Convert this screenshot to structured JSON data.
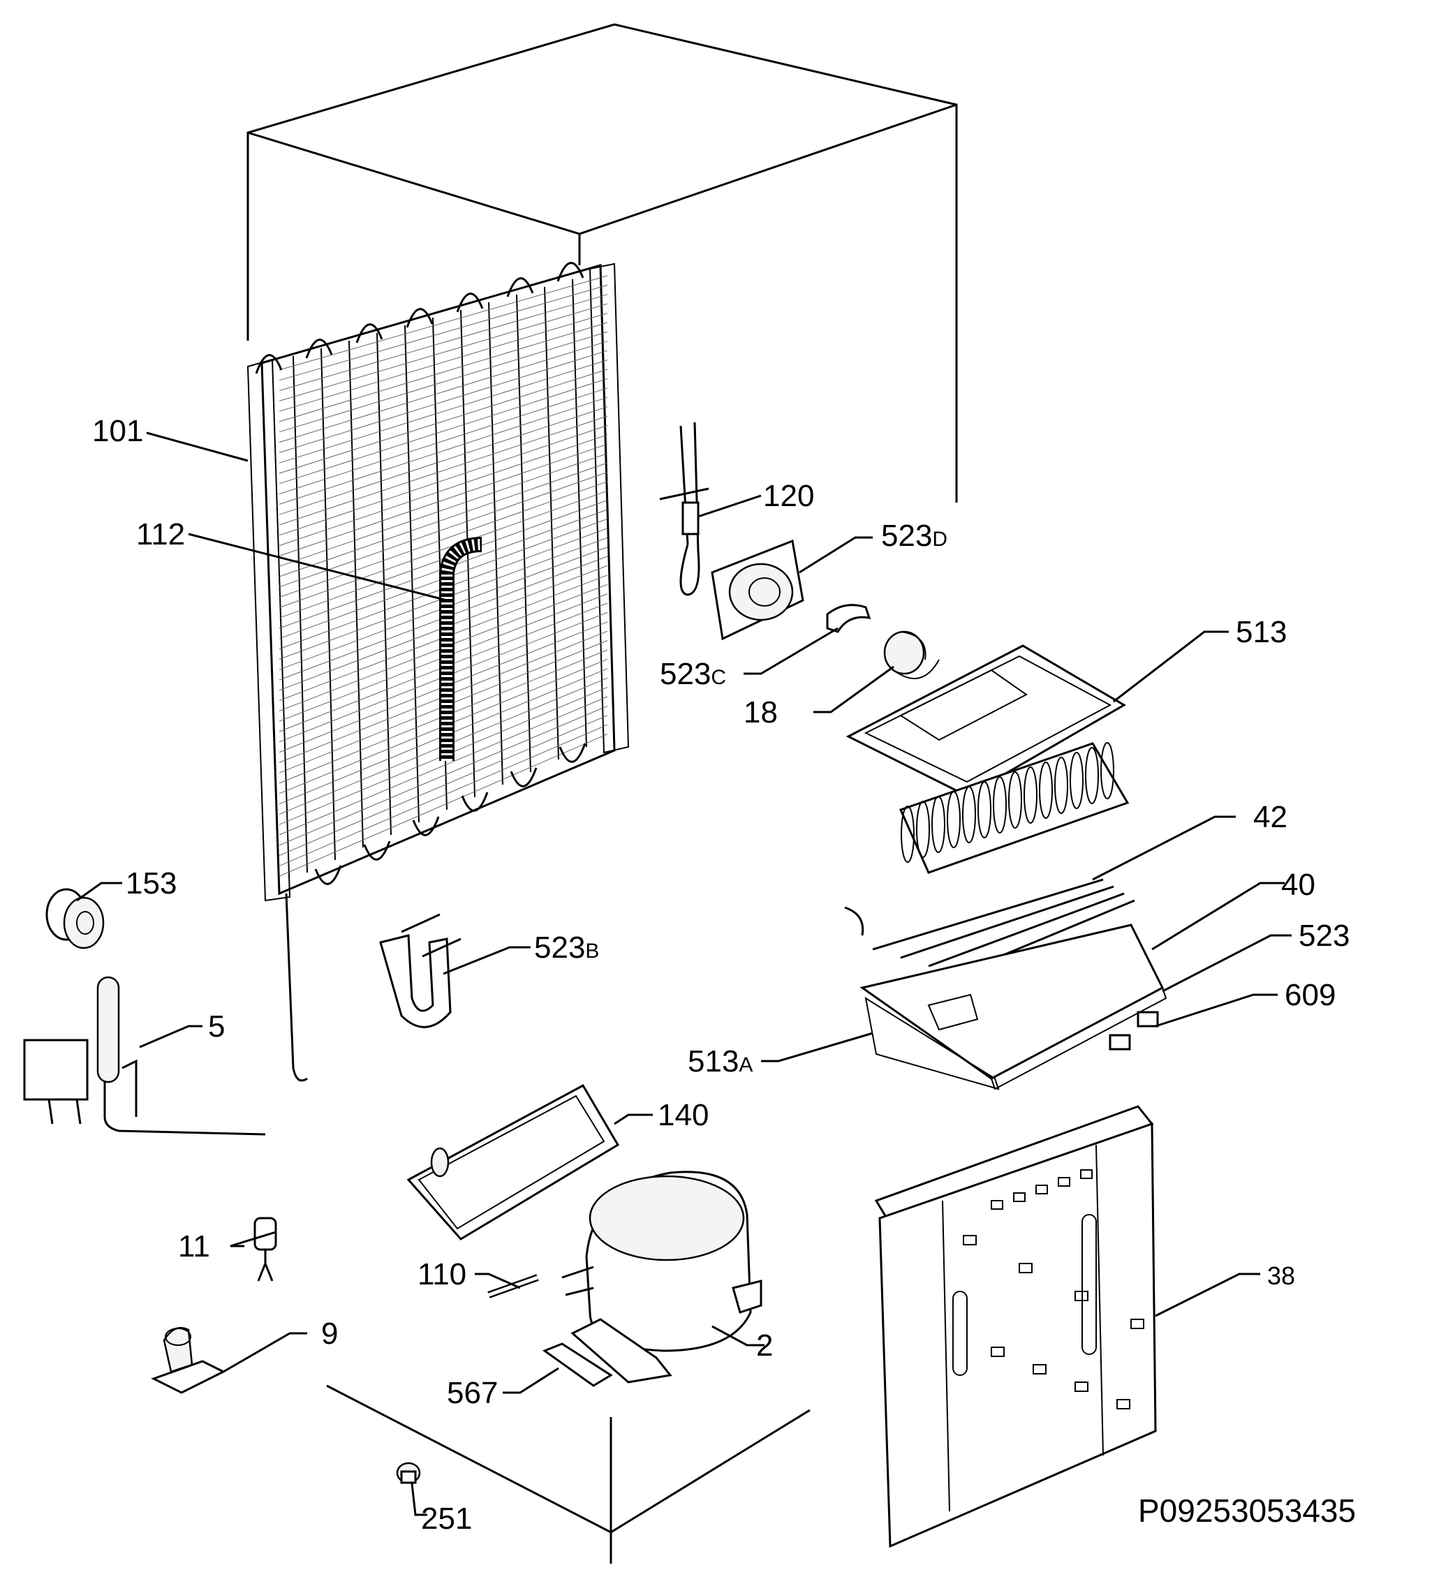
{
  "labels": [
    {
      "id": "101",
      "text": "101"
    },
    {
      "id": "112",
      "text": "112"
    },
    {
      "id": "120",
      "text": "120"
    },
    {
      "id": "523d",
      "text": "523",
      "suffix": "D"
    },
    {
      "id": "523c",
      "text": "523",
      "suffix": "C"
    },
    {
      "id": "18",
      "text": "18"
    },
    {
      "id": "513",
      "text": "513"
    },
    {
      "id": "42",
      "text": "42"
    },
    {
      "id": "40",
      "text": "40"
    },
    {
      "id": "523",
      "text": "523"
    },
    {
      "id": "609",
      "text": "609"
    },
    {
      "id": "513a",
      "text": "513",
      "suffix": "A"
    },
    {
      "id": "153",
      "text": "153"
    },
    {
      "id": "523b",
      "text": "523",
      "suffix": "B"
    },
    {
      "id": "5",
      "text": "5"
    },
    {
      "id": "140",
      "text": "140"
    },
    {
      "id": "11",
      "text": "11"
    },
    {
      "id": "110",
      "text": "110"
    },
    {
      "id": "2",
      "text": "2"
    },
    {
      "id": "38",
      "text": "38"
    },
    {
      "id": "9",
      "text": "9"
    },
    {
      "id": "567",
      "text": "567"
    },
    {
      "id": "251",
      "text": "251"
    }
  ],
  "drawing_code": "P09253053435"
}
